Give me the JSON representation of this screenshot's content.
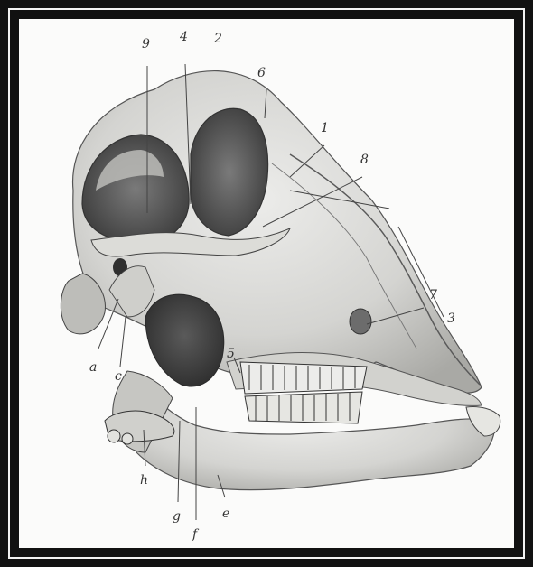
{
  "figure": {
    "labels": [
      {
        "id": "label-9-top",
        "text": "9"
      },
      {
        "id": "label-4-top",
        "text": "4"
      },
      {
        "id": "label-2-top",
        "text": "2"
      },
      {
        "id": "label-6-top",
        "text": "6"
      },
      {
        "id": "label-1-orbit",
        "text": "1"
      },
      {
        "id": "label-8-orbit",
        "text": "8"
      },
      {
        "id": "label-7-nasal",
        "text": "7"
      },
      {
        "id": "label-3-nasal",
        "text": "3"
      },
      {
        "id": "label-a-lower",
        "text": "a"
      },
      {
        "id": "label-c-lower",
        "text": "c"
      },
      {
        "id": "label-5-maxilla",
        "text": "5"
      },
      {
        "id": "label-h-bottom",
        "text": "h"
      },
      {
        "id": "label-g-bottom",
        "text": "g"
      },
      {
        "id": "label-f-bottom",
        "text": "f"
      },
      {
        "id": "label-e-bottom",
        "text": "e"
      }
    ]
  },
  "colors": {
    "frame": "#111111",
    "background": "#fbfbfa",
    "bone": "#d9d9d6",
    "shadow": "#5e5e5e",
    "deep_shadow": "#2d2d2d",
    "teeth": "#e8e8e4"
  }
}
